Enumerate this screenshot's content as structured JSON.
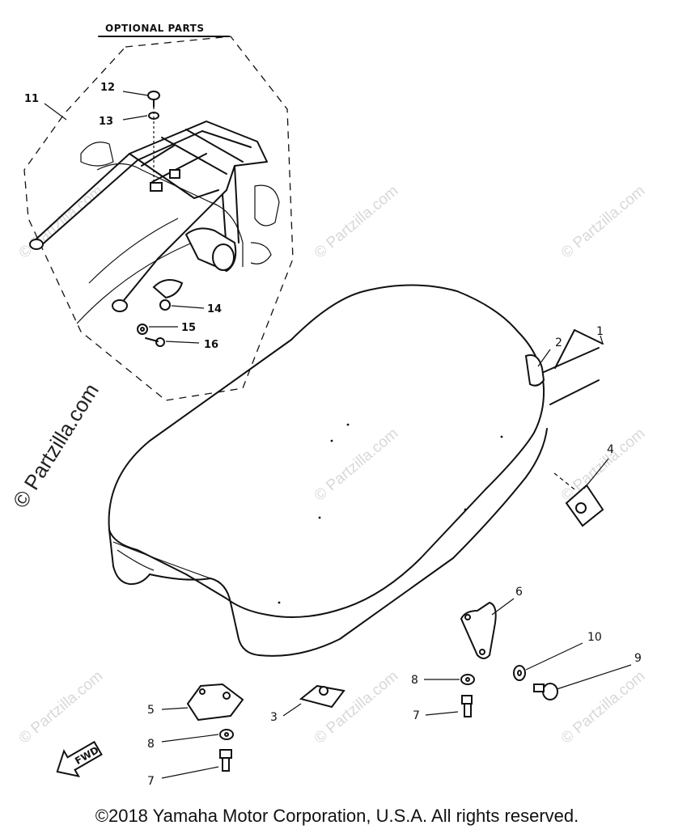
{
  "optional_parts_title": "OPTIONAL PARTS",
  "fwd_label": "FWD",
  "watermark_main": "© Partzilla.com",
  "watermark_repeat": "© Partzilla.com",
  "footer": "©2018  Yamaha Motor Corporation, U.S.A. All rights reserved.",
  "callouts": {
    "c1": "1",
    "c2": "2",
    "c3": "3",
    "c4": "4",
    "c5": "5",
    "c6": "6",
    "c7a": "7",
    "c7b": "7",
    "c8a": "8",
    "c8b": "8",
    "c9": "9",
    "c10": "10",
    "c11": "11",
    "c12": "12",
    "c13": "13",
    "c14": "14",
    "c15": "15",
    "c16": "16"
  }
}
